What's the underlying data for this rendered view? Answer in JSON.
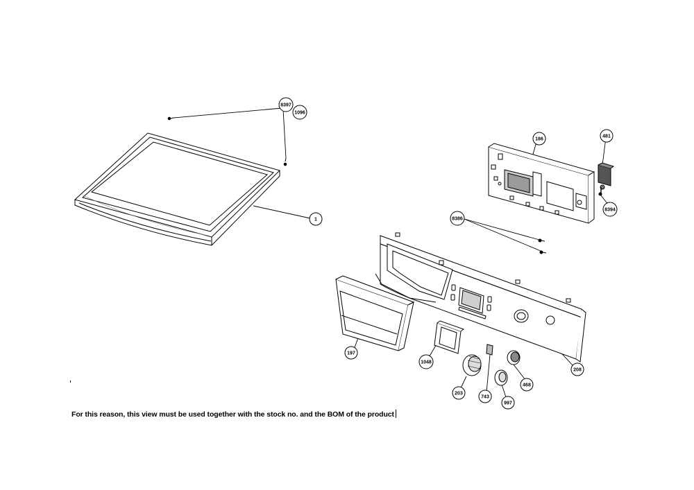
{
  "footnote": "For this reason, this view must be used together with the stock no. and the BOM of the product",
  "callouts": {
    "c8397": "8397",
    "c1096": "1096",
    "c1": "1",
    "c186": "186",
    "c481": "481",
    "c8394": "8394",
    "c8386": "8386",
    "c197": "197",
    "c1048": "1048",
    "c208": "208",
    "c203": "203",
    "c743": "743",
    "c997": "997",
    "c468": "468"
  },
  "colors": {
    "line": "#000000",
    "fill": "#ffffff",
    "shade": "#d9d9d9"
  }
}
